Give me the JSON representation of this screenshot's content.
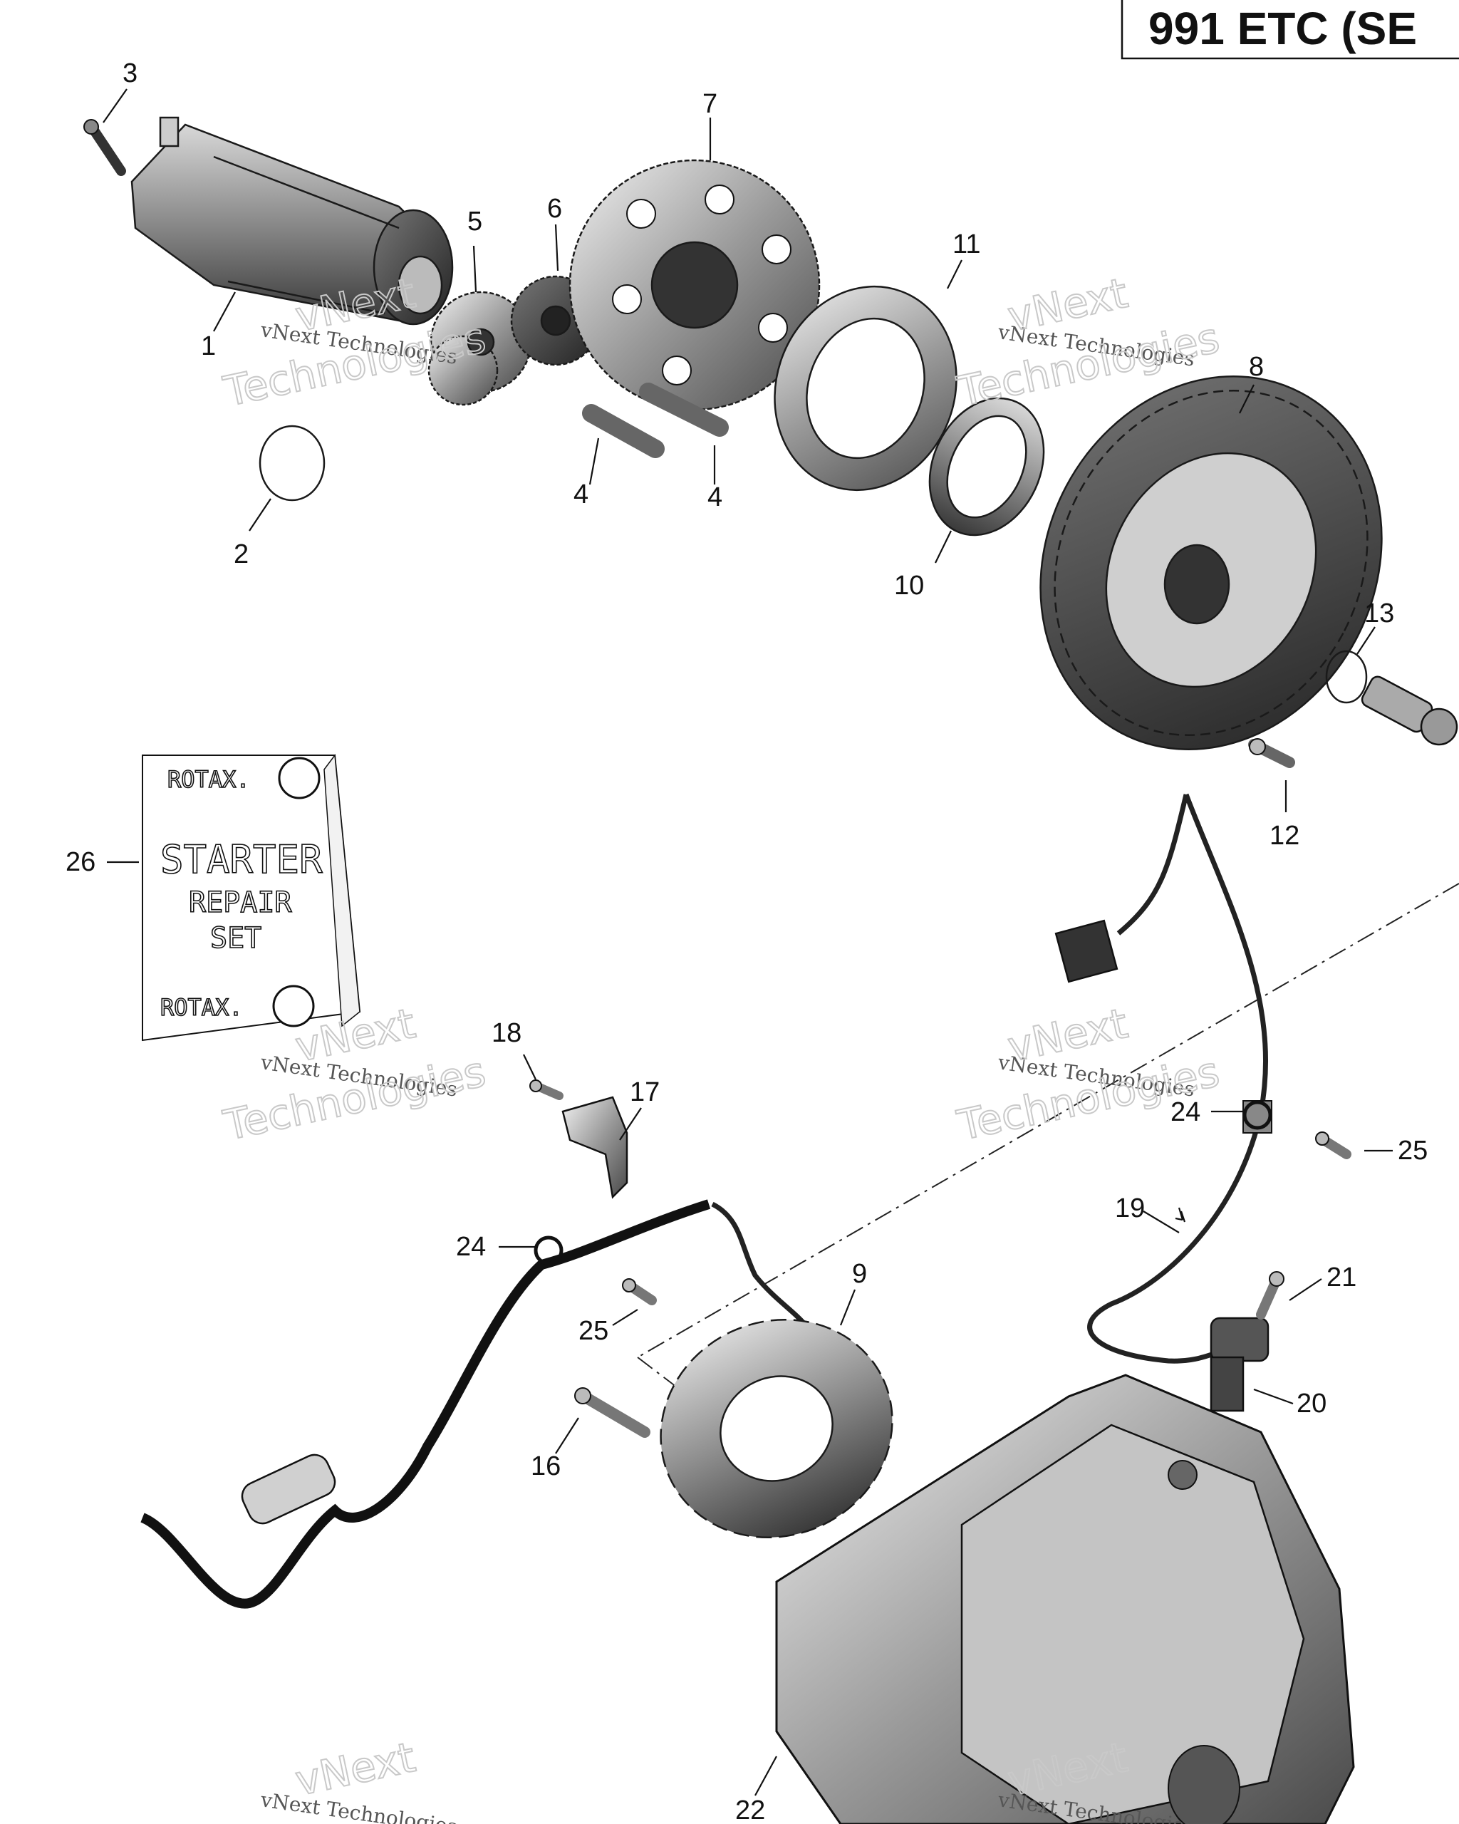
{
  "title": "991 ETC (SE",
  "callouts": [
    {
      "id": "c1",
      "text": "1"
    },
    {
      "id": "c2",
      "text": "2"
    },
    {
      "id": "c3",
      "text": "3"
    },
    {
      "id": "c4a",
      "text": "4"
    },
    {
      "id": "c4b",
      "text": "4"
    },
    {
      "id": "c5",
      "text": "5"
    },
    {
      "id": "c6",
      "text": "6"
    },
    {
      "id": "c7",
      "text": "7"
    },
    {
      "id": "c8",
      "text": "8"
    },
    {
      "id": "c9",
      "text": "9"
    },
    {
      "id": "c10",
      "text": "10"
    },
    {
      "id": "c11",
      "text": "11"
    },
    {
      "id": "c12",
      "text": "12"
    },
    {
      "id": "c13",
      "text": "13"
    },
    {
      "id": "c16",
      "text": "16"
    },
    {
      "id": "c17",
      "text": "17"
    },
    {
      "id": "c18",
      "text": "18"
    },
    {
      "id": "c19",
      "text": "19"
    },
    {
      "id": "c20",
      "text": "20"
    },
    {
      "id": "c21",
      "text": "21"
    },
    {
      "id": "c22",
      "text": "22"
    },
    {
      "id": "c24a",
      "text": "24"
    },
    {
      "id": "c24b",
      "text": "24"
    },
    {
      "id": "c25a",
      "text": "25"
    },
    {
      "id": "c25b",
      "text": "25"
    },
    {
      "id": "c26",
      "text": "26"
    }
  ],
  "booklet": {
    "brand_top": "ROTAX.",
    "line1": "STARTER",
    "line2": "REPAIR",
    "line3": "SET",
    "brand_bottom": "ROTAX."
  },
  "watermarks": {
    "company": "vNext Technologies",
    "big_word_1": "vNext",
    "big_word_2": "Technologies"
  }
}
